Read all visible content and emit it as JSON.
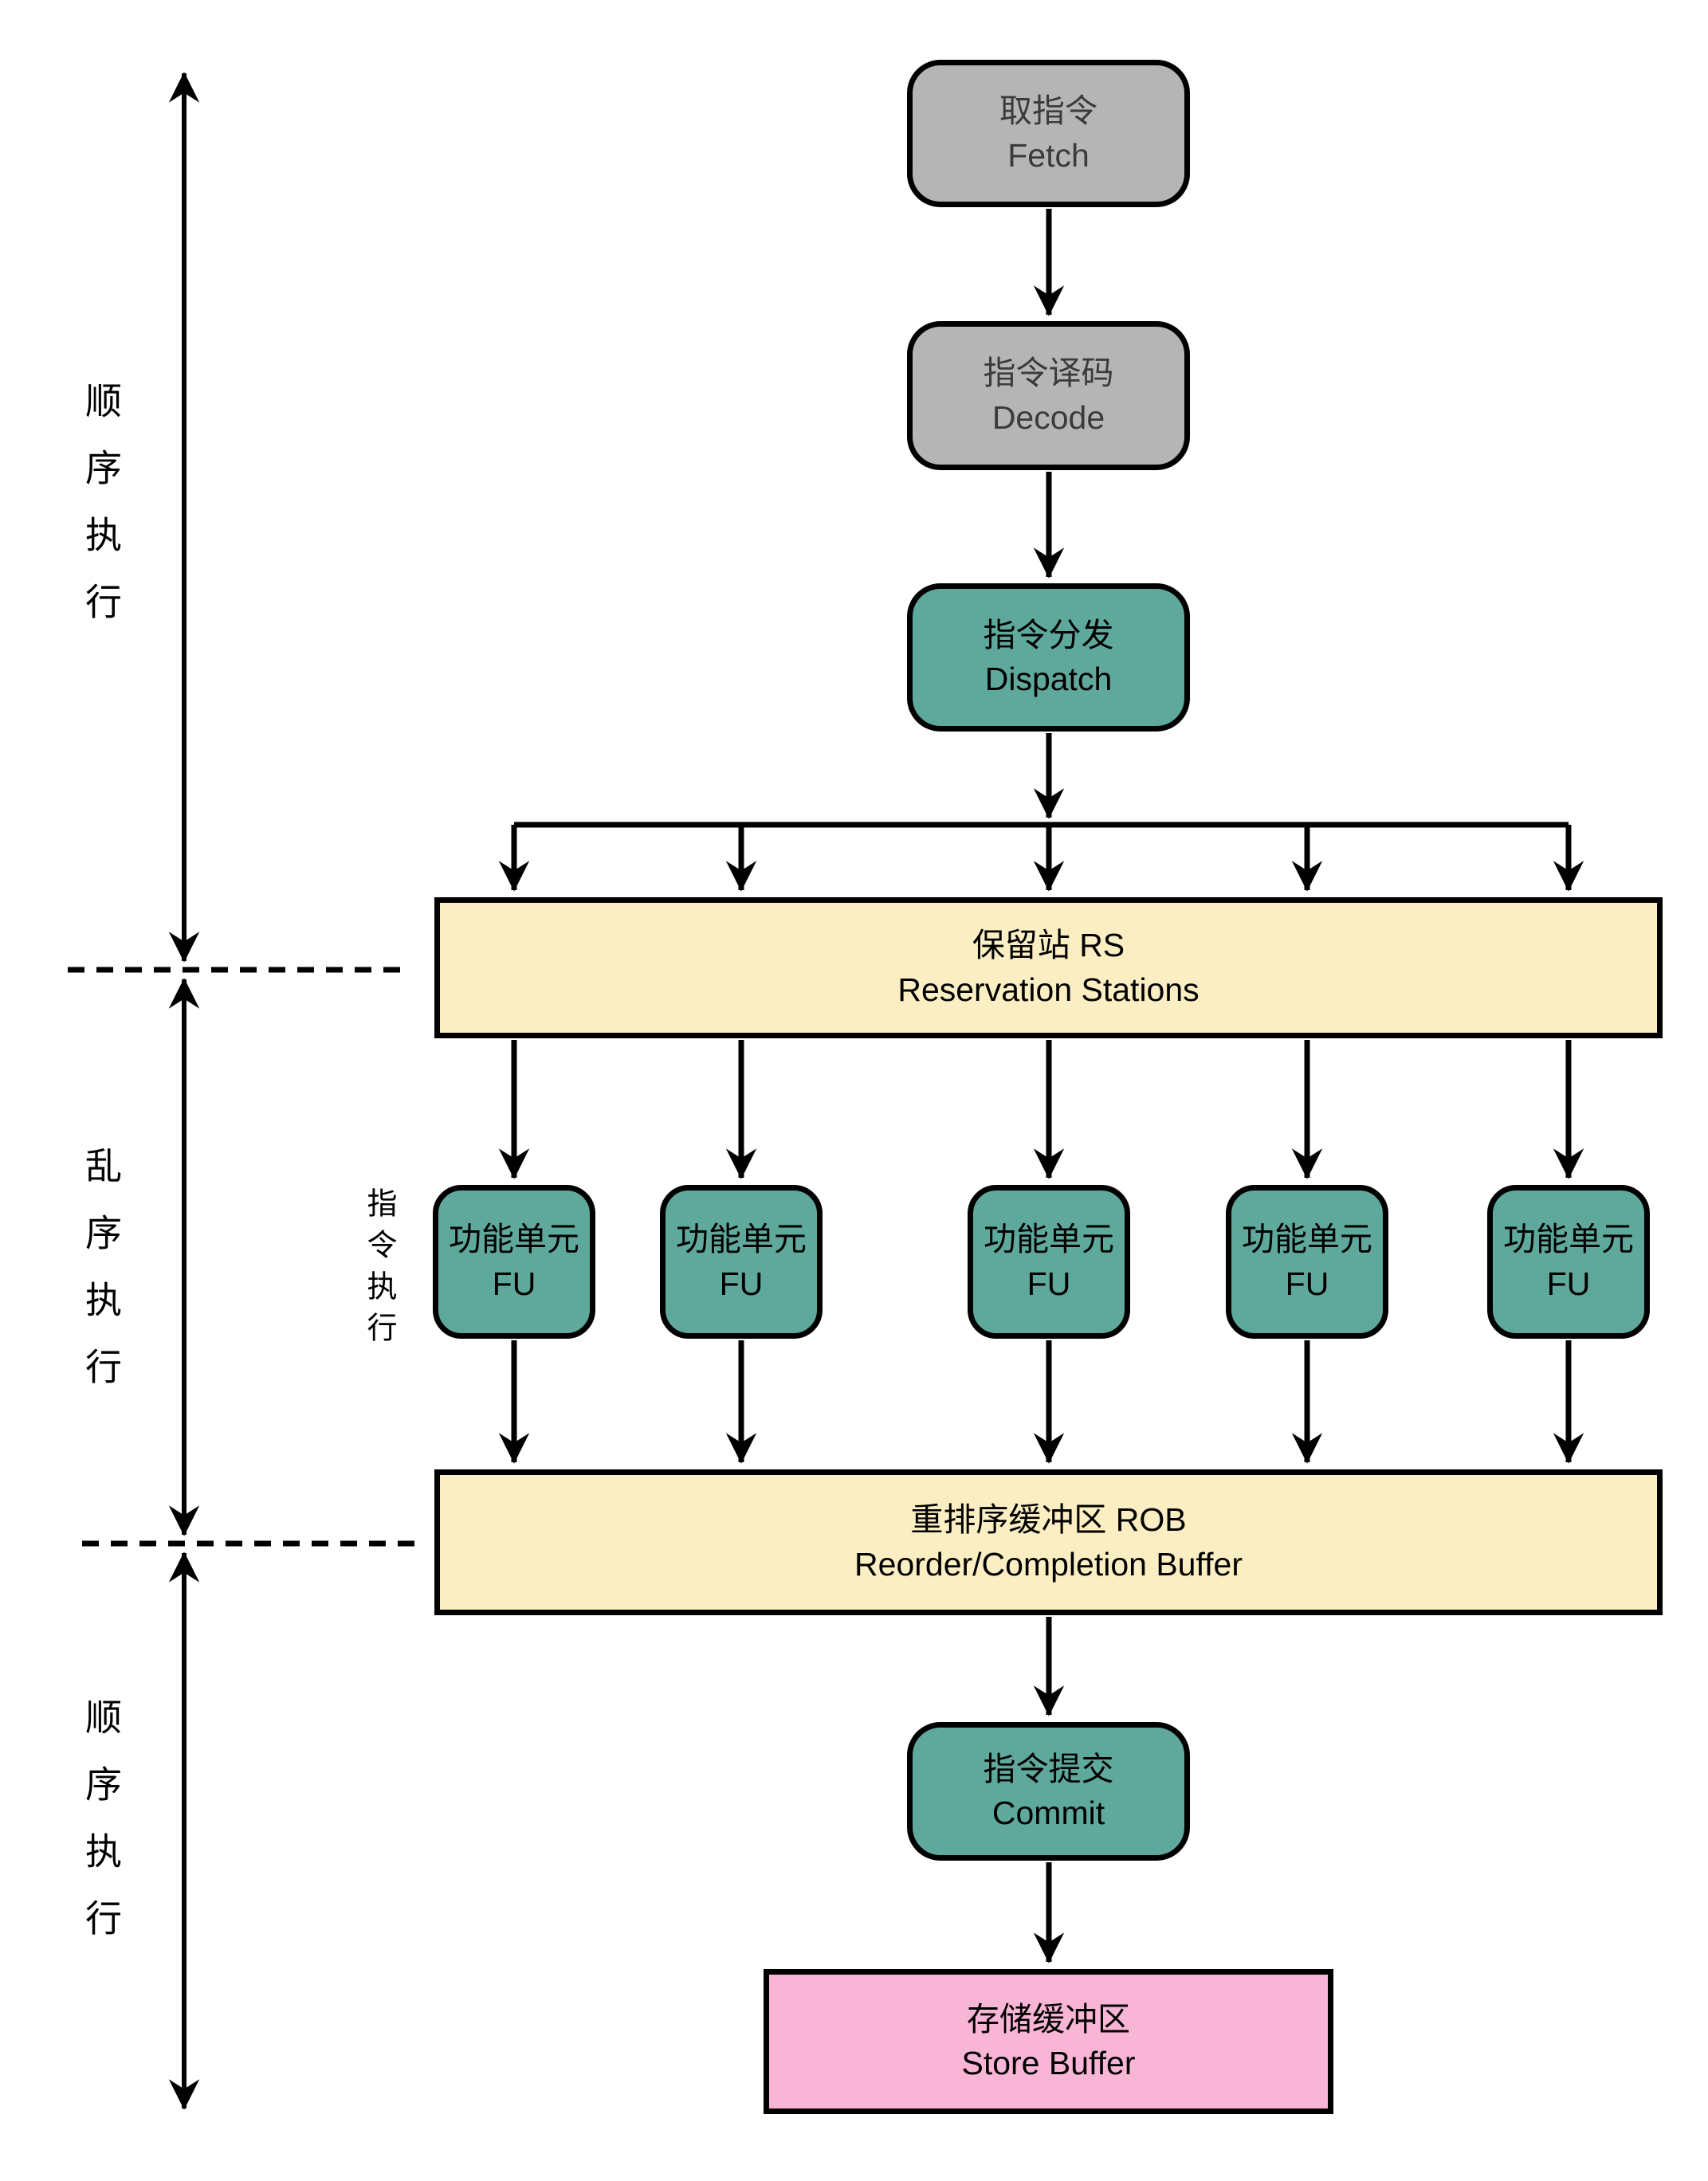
{
  "diagram": {
    "description": "Out-of-order CPU pipeline flow diagram",
    "nodes": {
      "fetch": {
        "zh": "取指令",
        "en": "Fetch"
      },
      "decode": {
        "zh": "指令译码",
        "en": "Decode"
      },
      "dispatch": {
        "zh": "指令分发",
        "en": "Dispatch"
      },
      "rs": {
        "zh": "保留站 RS",
        "en": "Reservation Stations"
      },
      "fu": {
        "zh": "功能单元",
        "en": "FU"
      },
      "rob": {
        "zh": "重排序缓冲区 ROB",
        "en": "Reorder/Completion Buffer"
      },
      "commit": {
        "zh": "指令提交",
        "en": "Commit"
      },
      "store_buffer": {
        "zh": "存储缓冲区",
        "en": "Store Buffer"
      }
    },
    "fu_count": 5,
    "side_labels": {
      "in_order_top": "顺序执行",
      "out_of_order": "乱序执行",
      "in_order_bottom": "顺序执行",
      "execution": "指令执行"
    },
    "colors": {
      "stage_gray": "#b5b5b5",
      "stage_teal": "#5fa89c",
      "buffer_yellow": "#fbeec2",
      "store_pink": "#f8b5d6",
      "line": "#000000"
    }
  }
}
